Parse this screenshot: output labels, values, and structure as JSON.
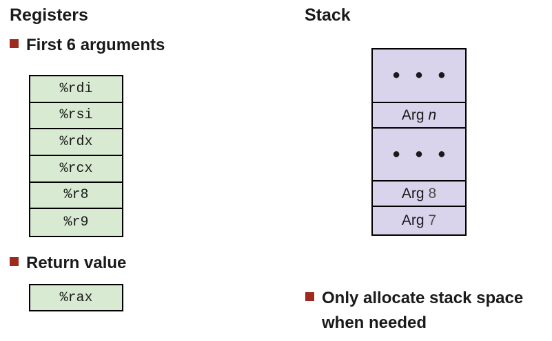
{
  "registers": {
    "heading": "Registers",
    "bullet_first_args": "First 6 arguments",
    "list": [
      "%rdi",
      "%rsi",
      "%rdx",
      "%rcx",
      "%r8",
      "%r9"
    ],
    "bullet_return": "Return value",
    "return_register": "%rax"
  },
  "stack": {
    "heading": "Stack",
    "cells": [
      {
        "type": "dots",
        "text": "• • •"
      },
      {
        "type": "arg",
        "prefix": "Arg",
        "value": "n"
      },
      {
        "type": "dots",
        "text": "• • •"
      },
      {
        "type": "arg",
        "prefix": "Arg",
        "value": "8"
      },
      {
        "type": "arg",
        "prefix": "Arg",
        "value": "7"
      }
    ],
    "note": "Only allocate stack space when needed"
  },
  "colors": {
    "bullet": "#9e2a1f",
    "register-fill": "#d9ead3",
    "stack-fill": "#dad3ec",
    "border": "#000000",
    "arg-number": "#4d4d4d"
  }
}
